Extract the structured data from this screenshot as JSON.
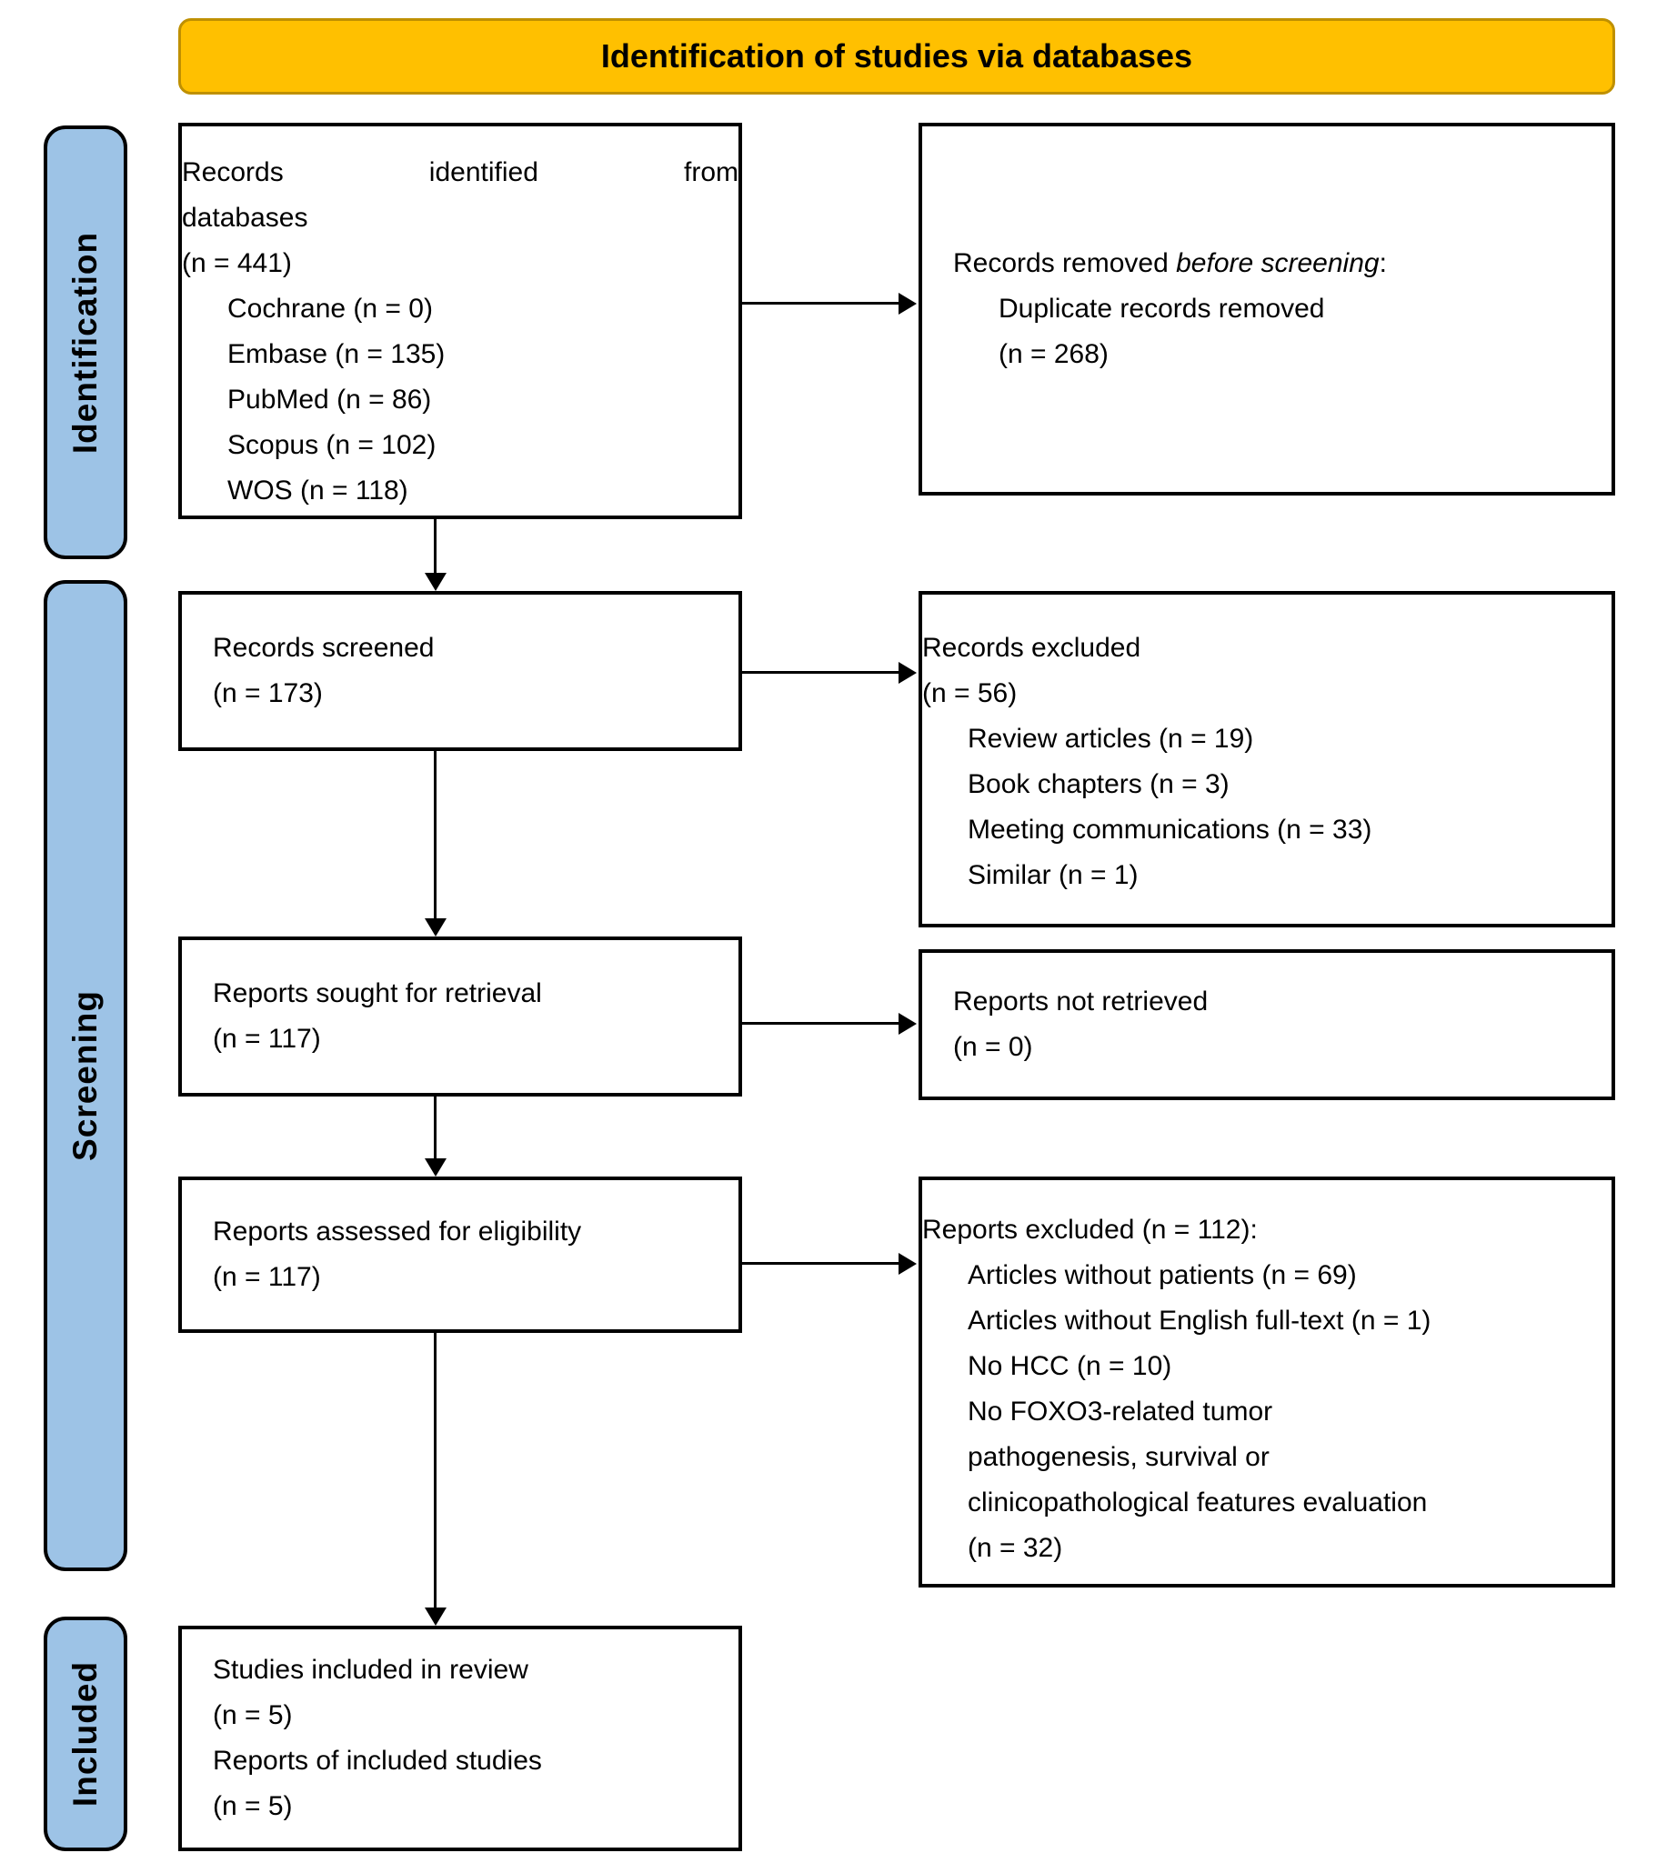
{
  "banner": {
    "title": "Identification of studies via databases"
  },
  "colors": {
    "banner_bg": "#FFC000",
    "banner_border": "#BF9000",
    "stage_bg": "#9DC3E6",
    "box_border": "#000000"
  },
  "stages": {
    "identification": "Identification",
    "screening": "Screening",
    "included": "Included"
  },
  "boxes": {
    "records_identified": {
      "title_justified": "Records identified from",
      "line2": "databases",
      "line3": "(n = 441)",
      "items": [
        "Cochrane (n = 0)",
        "Embase (n = 135)",
        "PubMed (n = 86)",
        "Scopus (n = 102)",
        "WOS (n = 118)"
      ]
    },
    "records_removed": {
      "prefix": "Records removed ",
      "italic": "before screening",
      "suffix": ":",
      "items": [
        "Duplicate records removed",
        "(n = 268)"
      ]
    },
    "records_screened": {
      "line1": "Records screened",
      "line2": "(n = 173)"
    },
    "records_excluded": {
      "line1": "Records excluded",
      "line2": "(n = 56)",
      "items": [
        "Review articles (n = 19)",
        "Book chapters (n = 3)",
        "Meeting communications (n = 33)",
        "Similar (n = 1)"
      ]
    },
    "reports_sought": {
      "line1": "Reports sought for retrieval",
      "line2": "(n = 117)"
    },
    "reports_not_retrieved": {
      "line1": "Reports not retrieved",
      "line2": "(n = 0)"
    },
    "reports_assessed": {
      "line1": "Reports assessed for eligibility",
      "line2": "(n = 117)"
    },
    "reports_excluded": {
      "line1": "Reports excluded (n = 112):",
      "items": [
        "Articles without patients (n = 69)",
        "Articles without English full-text (n = 1)",
        "No HCC (n = 10)",
        "No FOXO3-related tumor\npathogenesis, survival or\nclinicopathological features evaluation\n(n = 32)"
      ]
    },
    "studies_included": {
      "line1": "Studies included in review",
      "line2": "(n = 5)",
      "line3": "Reports of included studies",
      "line4": "(n = 5)"
    }
  }
}
